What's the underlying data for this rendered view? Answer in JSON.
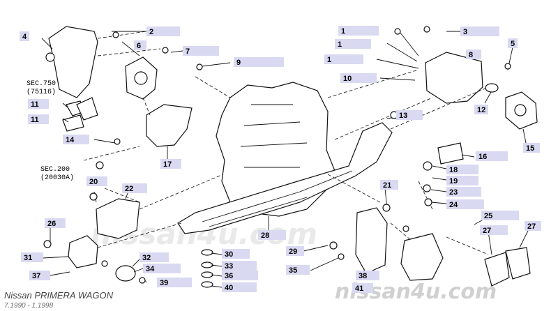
{
  "title": "Nissan PRIMERA WAGON",
  "date_range": "7.1990 - 1.1998",
  "watermark": "nissan4u.com",
  "sec_refs": [
    {
      "line1": "SEC.750",
      "line2": "(75116)"
    },
    {
      "line1": "SEC.200",
      "line2": "(20030A)"
    }
  ],
  "callouts": [
    "4",
    "2",
    "6",
    "7",
    "9",
    "11",
    "11",
    "14",
    "17",
    "1",
    "1",
    "1",
    "10",
    "3",
    "8",
    "5",
    "12",
    "13",
    "15",
    "16",
    "18",
    "19",
    "23",
    "24",
    "20",
    "22",
    "26",
    "31",
    "37",
    "32",
    "34",
    "39",
    "30",
    "33",
    "36",
    "40",
    "28",
    "29",
    "35",
    "38",
    "41",
    "21",
    "25",
    "27",
    "27"
  ],
  "colors": {
    "label_box": "#d9d9f2",
    "watermark": "#d0d0d0"
  }
}
